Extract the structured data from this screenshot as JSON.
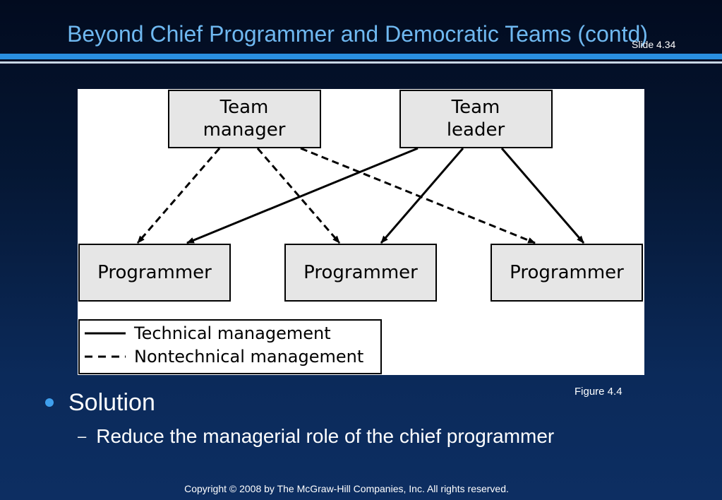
{
  "slide": {
    "title": "Beyond Chief Programmer and Democratic Teams (contd)",
    "slide_number": "Slide 4.34",
    "colors": {
      "title": "#6fb8f0",
      "accent_rule": "#2a8fe0",
      "bullet": "#3fa0ee",
      "box_fill": "#e6e6e6"
    }
  },
  "diagram": {
    "nodes": {
      "team_manager": [
        "Team",
        "manager"
      ],
      "team_leader": [
        "Team",
        "leader"
      ],
      "programmer_1": "Programmer",
      "programmer_2": "Programmer",
      "programmer_3": "Programmer"
    },
    "edges": [
      {
        "from": "team_manager",
        "to": "programmer_1",
        "style": "dashed"
      },
      {
        "from": "team_manager",
        "to": "programmer_2",
        "style": "dashed"
      },
      {
        "from": "team_manager",
        "to": "programmer_3",
        "style": "dashed"
      },
      {
        "from": "team_leader",
        "to": "programmer_1",
        "style": "solid"
      },
      {
        "from": "team_leader",
        "to": "programmer_2",
        "style": "solid"
      },
      {
        "from": "team_leader",
        "to": "programmer_3",
        "style": "solid"
      }
    ],
    "legend": {
      "technical": "Technical management",
      "nontechnical": "Nontechnical management"
    },
    "caption": "Figure 4.4"
  },
  "bullets": {
    "main": "Solution",
    "sub": "Reduce the managerial role of the chief programmer"
  },
  "footer": "Copyright © 2008 by The McGraw-Hill Companies, Inc.  All rights reserved."
}
